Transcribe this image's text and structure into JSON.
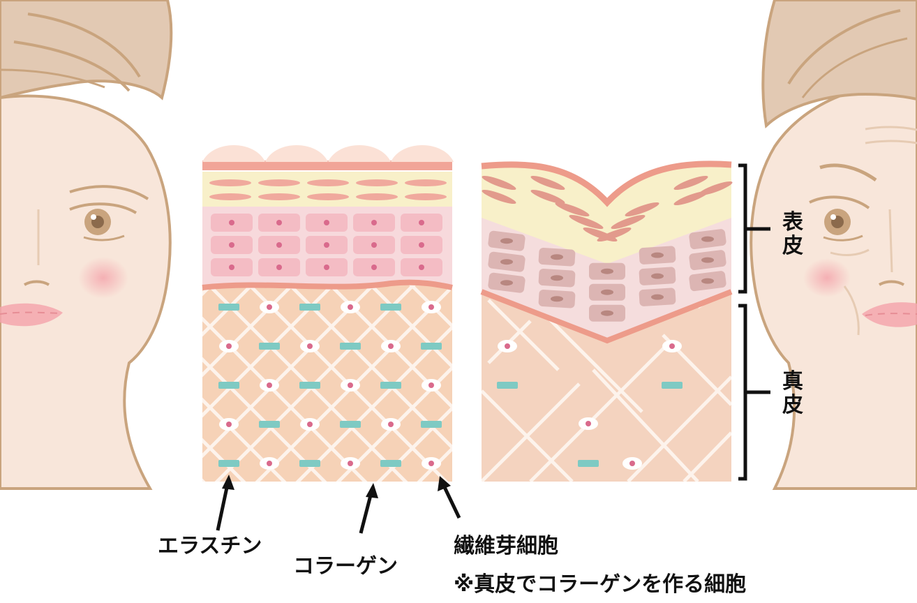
{
  "labels": {
    "elastin": "エラスチン",
    "collagen": "コラーゲン",
    "fibroblast": "繊維芽細胞",
    "fibroblast_note": "※真皮でコラーゲンを作る細胞",
    "epidermis_line1": "表",
    "epidermis_line2": "皮",
    "dermis_line1": "真",
    "dermis_line2": "皮"
  },
  "colors": {
    "skin": "#f8e6da",
    "hair": "#e2c9b3",
    "outline": "#c9a47e",
    "dermis": "#f6d2b7",
    "fiber": "#fdf3ec",
    "elastin": "#7ecac3",
    "nucleus": "#d96a8c",
    "epi_cell": "#f4bcc4",
    "epi_cell_old": "#dcb5b3",
    "epi_nucleus_old": "#b88780",
    "granular": "#f8f0c9",
    "basement": "#ed9b8a",
    "cheek": "#f4a6ad"
  }
}
